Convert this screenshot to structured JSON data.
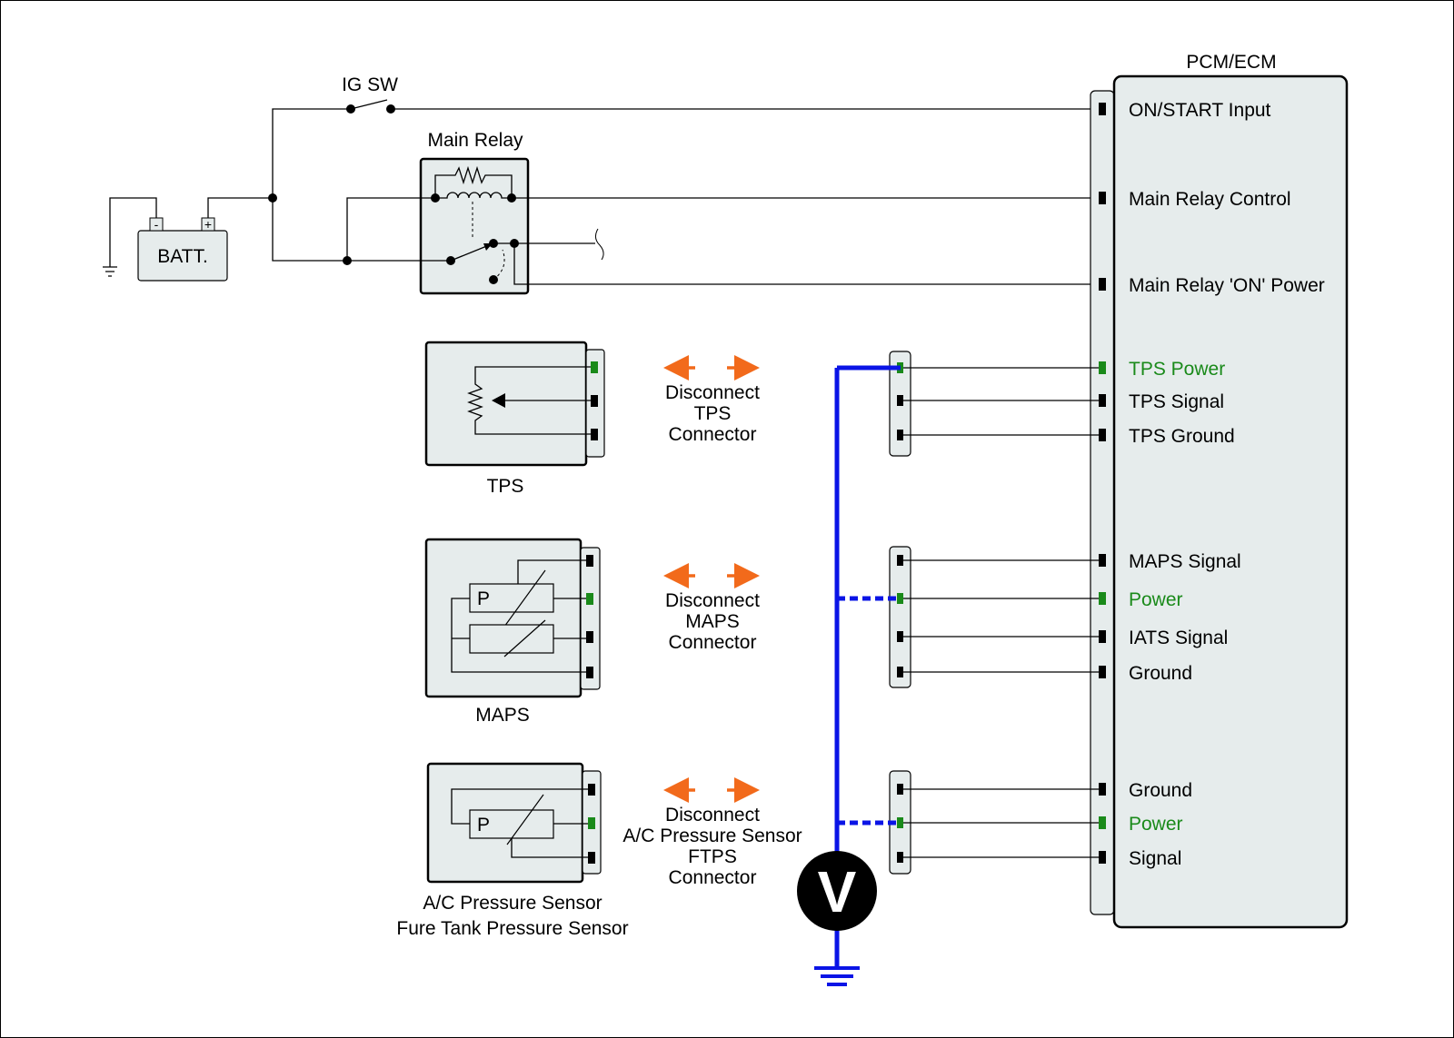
{
  "ecm": {
    "title": "PCM/ECM",
    "pins": [
      {
        "label": "ON/START Input",
        "color": "#000000"
      },
      {
        "label": "Main Relay Control",
        "color": "#000000"
      },
      {
        "label": "Main Relay 'ON' Power",
        "color": "#000000"
      },
      {
        "label": "TPS Power",
        "color": "#1a8a1a"
      },
      {
        "label": "TPS Signal",
        "color": "#000000"
      },
      {
        "label": "TPS Ground",
        "color": "#000000"
      },
      {
        "label": "MAPS Signal",
        "color": "#000000"
      },
      {
        "label": "Power",
        "color": "#1a8a1a"
      },
      {
        "label": "IATS Signal",
        "color": "#000000"
      },
      {
        "label": "Ground",
        "color": "#000000"
      },
      {
        "label": "Ground",
        "color": "#000000"
      },
      {
        "label": "Power",
        "color": "#1a8a1a"
      },
      {
        "label": "Signal",
        "color": "#000000"
      }
    ]
  },
  "power": {
    "battery_label": "BATT.",
    "battery_neg": "-",
    "battery_pos": "+",
    "ig_switch_label": "IG SW",
    "main_relay_label": "Main Relay"
  },
  "sensors": {
    "tps_label": "TPS",
    "tps_instruction": [
      "Disconnect",
      "TPS",
      "Connector"
    ],
    "maps_label": "MAPS",
    "maps_p": "P",
    "maps_instruction": [
      "Disconnect",
      "MAPS",
      "Connector"
    ],
    "acps_label_1": "A/C Pressure Sensor",
    "acps_label_2": "Fure Tank Pressure Sensor",
    "acps_p": "P",
    "acps_instruction": [
      "Disconnect",
      "A/C Pressure Sensor",
      "FTPS",
      "Connector"
    ]
  },
  "meter": {
    "symbol": "V"
  },
  "colors": {
    "measurement": "#0a14e6",
    "arrow": "#f26a1b",
    "power_pin": "#1a8a1a",
    "body": "#e6ecec"
  }
}
